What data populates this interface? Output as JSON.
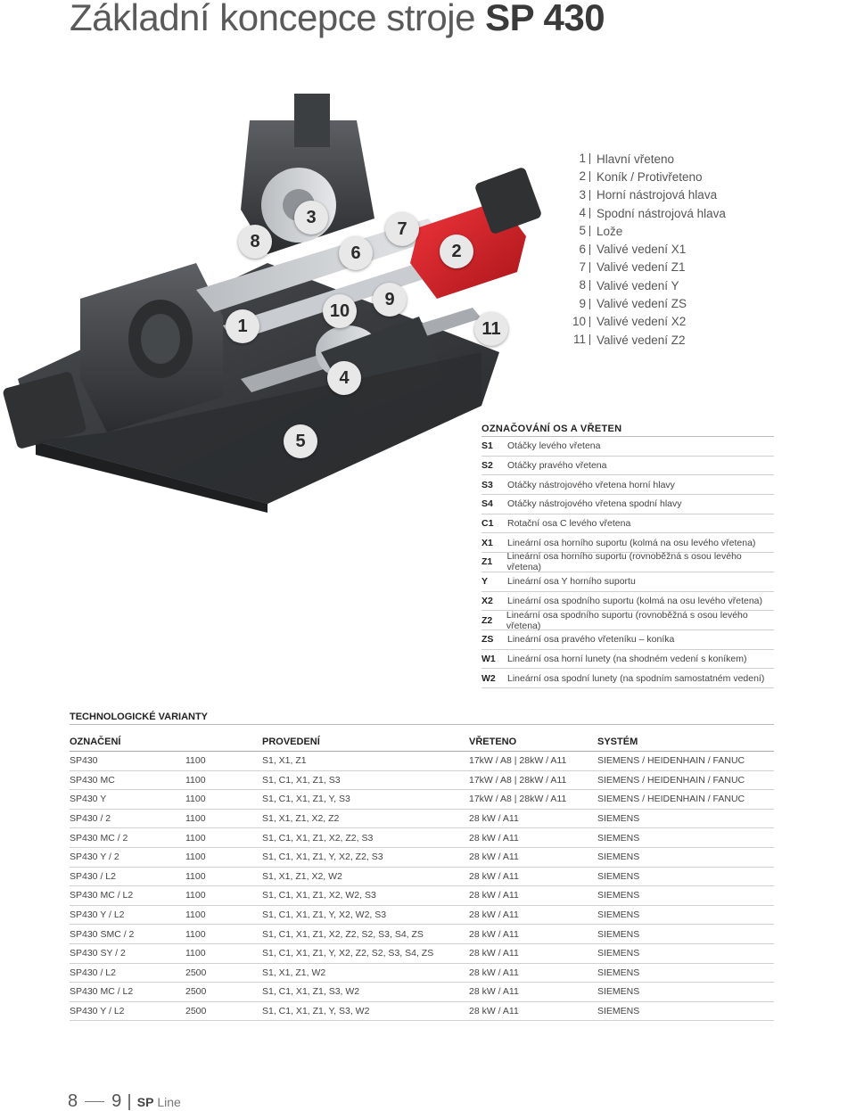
{
  "header": {
    "title_light": "Základní koncepce stroje ",
    "title_bold": "SP 430"
  },
  "callouts": [
    "1",
    "2",
    "3",
    "4",
    "5",
    "6",
    "7",
    "8",
    "9",
    "10",
    "11"
  ],
  "legend": [
    {
      "num": "1",
      "label": "Hlavní vřeteno"
    },
    {
      "num": "2",
      "label": "Koník / Protivřeteno"
    },
    {
      "num": "3",
      "label": "Horní nástrojová hlava"
    },
    {
      "num": "4",
      "label": "Spodní nástrojová hlava"
    },
    {
      "num": "5",
      "label": "Lože"
    },
    {
      "num": "6",
      "label": "Valivé vedení X1"
    },
    {
      "num": "7",
      "label": "Valivé vedení Z1"
    },
    {
      "num": "8",
      "label": "Valivé vedení Y"
    },
    {
      "num": "9",
      "label": "Valivé vedení ZS"
    },
    {
      "num": "10",
      "label": "Valivé vedení X2"
    },
    {
      "num": "11",
      "label": "Valivé vedení Z2"
    }
  ],
  "axes": {
    "title": "OZNAČOVÁNÍ OS A VŘETEN",
    "rows": [
      {
        "code": "S1",
        "desc": "Otáčky levého vřetena"
      },
      {
        "code": "S2",
        "desc": "Otáčky pravého vřetena"
      },
      {
        "code": "S3",
        "desc": "Otáčky nástrojového vřetena horní hlavy"
      },
      {
        "code": "S4",
        "desc": "Otáčky nástrojového vřetena spodní hlavy"
      },
      {
        "code": "C1",
        "desc": "Rotační osa C levého vřetena"
      },
      {
        "code": "X1",
        "desc": "Lineární osa horního suportu (kolmá na osu levého vřetena)"
      },
      {
        "code": "Z1",
        "desc": "Lineární osa horního suportu (rovnoběžná s osou levého vřetena)"
      },
      {
        "code": "Y",
        "desc": "Lineární osa Y horního suportu"
      },
      {
        "code": "X2",
        "desc": "Lineární osa spodního suportu (kolmá na osu levého vřetena)"
      },
      {
        "code": "Z2",
        "desc": "Lineární osa spodního suportu (rovnoběžná s osou levého vřetena)"
      },
      {
        "code": "ZS",
        "desc": "Lineární osa pravého vřeteníku – koníka"
      },
      {
        "code": "W1",
        "desc": "Lineární osa horní lunety (na shodném vedení s koníkem)"
      },
      {
        "code": "W2",
        "desc": "Lineární osa spodní lunety (na spodním samostatném vedení)"
      }
    ]
  },
  "tech": {
    "title": "TECHNOLOGICKÉ VARIANTY",
    "headers": [
      "OZNAČENÍ",
      "PROVEDENÍ",
      "VŘETENO",
      "SYSTÉM"
    ],
    "rows": [
      [
        "SP430",
        "1100",
        "S1, X1, Z1",
        "17kW / A8 | 28kW / A11",
        "SIEMENS / HEIDENHAIN / FANUC"
      ],
      [
        "SP430 MC",
        "1100",
        "S1, C1, X1, Z1, S3",
        "17kW / A8 | 28kW / A11",
        "SIEMENS / HEIDENHAIN / FANUC"
      ],
      [
        "SP430 Y",
        "1100",
        "S1, C1, X1, Z1, Y, S3",
        "17kW / A8 | 28kW / A11",
        "SIEMENS / HEIDENHAIN / FANUC"
      ],
      [
        "SP430 / 2",
        "1100",
        "S1, X1, Z1, X2, Z2",
        "28 kW / A11",
        "SIEMENS"
      ],
      [
        "SP430 MC / 2",
        "1100",
        "S1, C1, X1, Z1, X2, Z2, S3",
        "28 kW / A11",
        "SIEMENS"
      ],
      [
        "SP430 Y / 2",
        "1100",
        "S1, C1, X1, Z1, Y, X2, Z2, S3",
        "28 kW / A11",
        "SIEMENS"
      ],
      [
        "SP430 / L2",
        "1100",
        "S1, X1, Z1, X2, W2",
        "28 kW / A11",
        "SIEMENS"
      ],
      [
        "SP430 MC / L2",
        "1100",
        "S1, C1, X1, Z1, X2, W2, S3",
        "28 kW / A11",
        "SIEMENS"
      ],
      [
        "SP430 Y / L2",
        "1100",
        "S1, C1, X1, Z1, Y, X2, W2, S3",
        "28 kW / A11",
        "SIEMENS"
      ],
      [
        "SP430 SMC / 2",
        "1100",
        "S1, C1, X1, Z1, X2, Z2, S2, S3, S4, ZS",
        "28 kW / A11",
        "SIEMENS"
      ],
      [
        "SP430 SY / 2",
        "1100",
        "S1, C1, X1, Z1, Y, X2, Z2, S2, S3, S4, ZS",
        "28 kW / A11",
        "SIEMENS"
      ],
      [
        "SP430 / L2",
        "2500",
        "S1, X1, Z1, W2",
        "28 kW / A11",
        "SIEMENS"
      ],
      [
        "SP430 MC / L2",
        "2500",
        "S1, C1, X1, Z1, S3, W2",
        "28 kW / A11",
        "SIEMENS"
      ],
      [
        "SP430 Y / L2",
        "2500",
        "S1, C1, X1, Z1, Y, S3, W2",
        "28 kW / A11",
        "SIEMENS"
      ]
    ]
  },
  "footer": {
    "page_left": "8",
    "page_right": "9",
    "brand_bold": "SP",
    "brand_light": " Line"
  },
  "colors": {
    "accent_red": "#d71920",
    "machine_dark": "#3a3c3f",
    "machine_mid": "#55585c",
    "legend_text": "#555555"
  }
}
